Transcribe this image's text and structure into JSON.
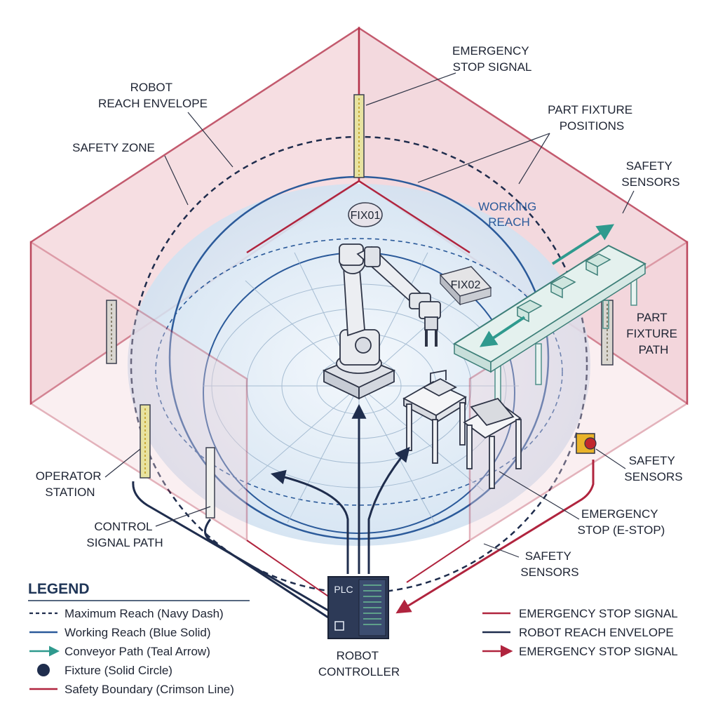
{
  "labels": {
    "emergency_stop_signal_top": [
      "EMERGENCY",
      "STOP SIGNAL"
    ],
    "robot_reach_envelope": [
      "ROBOT",
      "REACH ENVELOPE"
    ],
    "safety_zone": "SAFETY ZONE",
    "part_fixture_positions": [
      "PART FIXTURE",
      "POSITIONS"
    ],
    "safety_sensors_top": [
      "SAFETY",
      "SENSORS"
    ],
    "working_reach": [
      "WORKING",
      "REACH"
    ],
    "part_fixture_path": [
      "PART",
      "FIXTURE",
      "PATH"
    ],
    "operator_station": [
      "OPERATOR",
      "STATION"
    ],
    "control_signal_path": [
      "CONTROL",
      "SIGNAL PATH"
    ],
    "safety_sensors_right": [
      "SAFETY",
      "SENSORS"
    ],
    "emergency_stop_estop": [
      "EMERGENCY",
      "STOP (E-STOP)"
    ],
    "safety_sensors_bottom": [
      "SAFETY",
      "SENSORS"
    ],
    "robot_controller": [
      "ROBOT",
      "CONTROLLER"
    ],
    "fixture_1": "FIX01",
    "fixture_2": "FIX02",
    "plc": "PLC"
  },
  "legend": {
    "title": "LEGEND",
    "items": [
      {
        "text": "Maximum Reach (Navy Dash)",
        "symbol": "dash",
        "color": "#1f2d4d"
      },
      {
        "text": "Working Reach (Blue Solid)",
        "symbol": "line",
        "color": "#2b5a9a"
      },
      {
        "text": "Conveyor Path (Teal Arrow)",
        "symbol": "arrow",
        "color": "#2f9a8e"
      },
      {
        "text": "Fixture (Solid Circle)",
        "symbol": "circle",
        "color": "#1f2d4d"
      },
      {
        "text": "Safety Boundary (Crimson Line)",
        "symbol": "line",
        "color": "#b0243e"
      }
    ]
  },
  "key": [
    {
      "text": "EMERGENCY STOP SIGNAL",
      "symbol": "line",
      "color": "#b0243e"
    },
    {
      "text": "ROBOT REACH ENVELOPE",
      "symbol": "line",
      "color": "#1f2d4d"
    },
    {
      "text": "EMERGENCY STOP SIGNAL",
      "symbol": "arrow",
      "color": "#b0243e"
    }
  ],
  "colors": {
    "crimson": "#b0243e",
    "navy": "#1f2d4d",
    "blue": "#2b5a9a",
    "teal": "#2f9a8e",
    "zone_fill": "#f3d3d9",
    "floor_fill": "#dbe9f5"
  }
}
